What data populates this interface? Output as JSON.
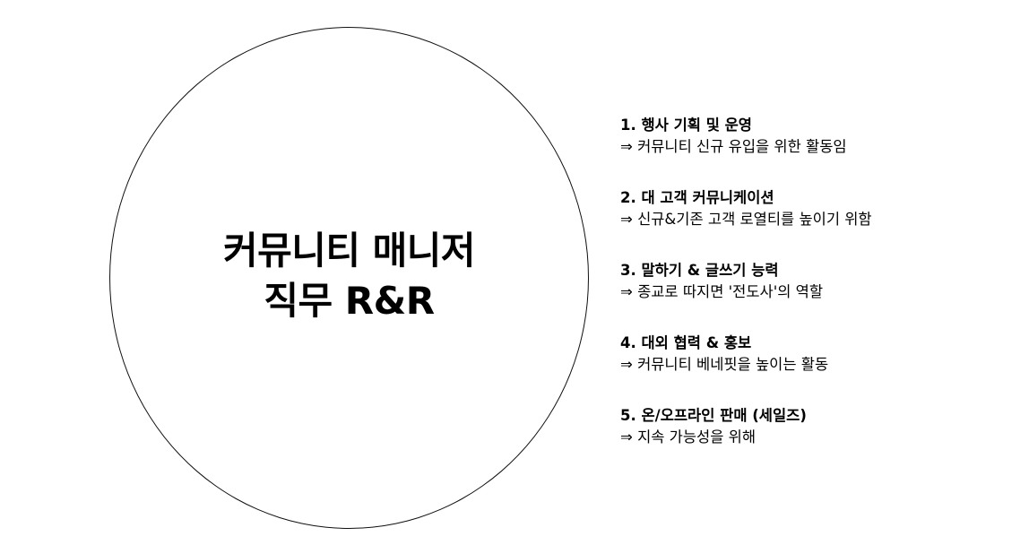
{
  "title": {
    "line1": "커뮤니티 매니저",
    "line2": "직무 R&R"
  },
  "items": [
    {
      "title": "1. 행사 기획 및 운영",
      "desc": "⇒ 커뮤니티 신규 유입을 위한 활동임"
    },
    {
      "title": "2. 대 고객 커뮤니케이션",
      "desc": "⇒ 신규&기존 고객 로열티를 높이기 위함"
    },
    {
      "title": "3. 말하기 & 글쓰기 능력",
      "desc": "⇒ 종교로 따지면 '전도사'의 역할"
    },
    {
      "title": "4. 대외 협력 & 홍보",
      "desc": "⇒ 커뮤니티 베네핏을 높이는 활동"
    },
    {
      "title": "5. 온/오프라인 판매 (세일즈)",
      "desc": "⇒ 지속 가능성을 위해"
    }
  ]
}
